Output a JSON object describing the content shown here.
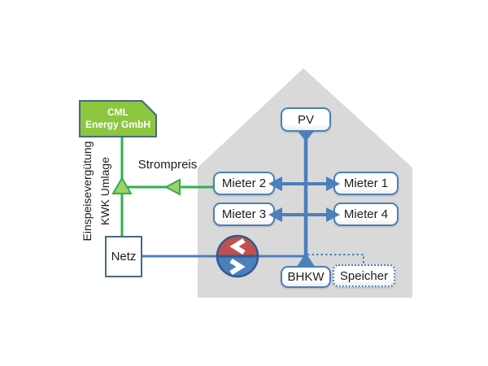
{
  "nodes": {
    "cml": {
      "line1": "CML",
      "line2": "Energy GmbH"
    },
    "pv": {
      "label": "PV"
    },
    "mieter1": {
      "label": "Mieter 1"
    },
    "mieter2": {
      "label": "Mieter 2"
    },
    "mieter3": {
      "label": "Mieter 3"
    },
    "mieter4": {
      "label": "Mieter 4"
    },
    "netz": {
      "label": "Netz"
    },
    "bhkw": {
      "label": "BHKW"
    },
    "speicher": {
      "label": "Speicher"
    }
  },
  "labels": {
    "strompreis": "Strompreis",
    "einspeiseverguetung": "Einspeisevergütung",
    "kwk_umlage": "KWK Umlage"
  },
  "flow_circle": {
    "top_icon": "chevron-left",
    "bottom_icon": "chevron-right"
  },
  "colors": {
    "green_fill": "#8DC63F",
    "green_line": "#2FAE4F",
    "green_arrow": "#9ED16B",
    "blue": "#4C7FBC",
    "blue_dark": "#2F5A93",
    "red": "#C0504D",
    "house_gray": "#D9D9D9",
    "border_dark": "#4A6880",
    "text": "#1C1C1C",
    "bg": "#FFFFFF"
  }
}
